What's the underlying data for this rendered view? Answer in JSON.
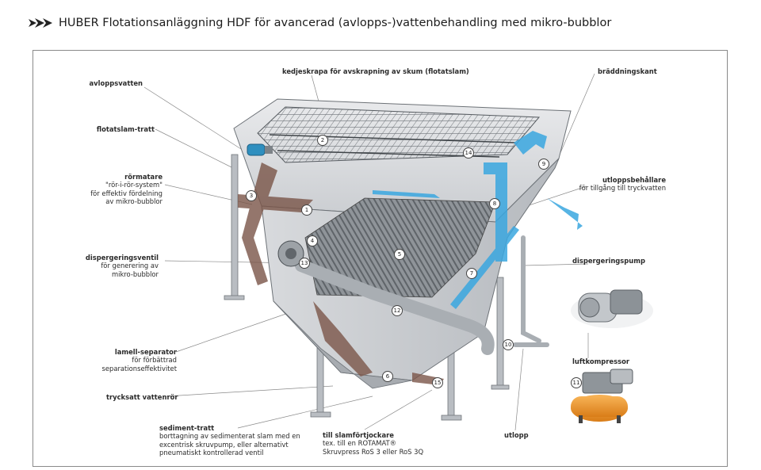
{
  "title": "HUBER Flotationsanläggning HDF för avancerad (avlopps-)vattenbehandling med mikro-bubblor",
  "icons": {
    "title": "double-chevron-icon"
  },
  "colors": {
    "water": "#3aa7e0",
    "sludge": "#7a5548",
    "steel": "#9aa0a6",
    "motor": "#2f8fbf",
    "compressor": "#f0982e"
  },
  "labels": {
    "avloppsvatten": "avloppsvatten",
    "kedjeskrapa": "kedjeskrapa för avskrapning av skum (flotatslam)",
    "braddningskant": "bräddningskant",
    "flotatslam_tratt": "flotatslam-tratt",
    "rormatare_title": "rörmatare",
    "rormatare_l1": "\"rör-i-rör-system\"",
    "rormatare_l2": "för effektiv fördelning",
    "rormatare_l3": "av mikro-bubblor",
    "utlopp_beh_title": "utloppsbehållare",
    "utlopp_beh_sub": "för tillgång till tryckvatten",
    "disp_ventil_title": "dispergeringsventil",
    "disp_ventil_l1": "för generering av",
    "disp_ventil_l2": "mikro-bubblor",
    "disp_pump": "dispergeringspump",
    "lamell_title": "lamell-separator",
    "lamell_l1": "för förbättrad",
    "lamell_l2": "separationseffektivitet",
    "luftkompressor": "luftkompressor",
    "trycksatt": "trycksatt vattenrör",
    "sediment_title": "sediment-tratt",
    "sediment_l1": "borttagning av sedimenterat slam med en",
    "sediment_l2": "excentrisk skruvpump, eller alternativt",
    "sediment_l3": "pneumatiskt kontrollerad ventil",
    "slam_title": "till slamförtjockare",
    "slam_l1": "tex. till en ROTAMAT®",
    "slam_l2": "Skruvpress RoS 3 eller RoS 3Q",
    "utlopp": "utlopp"
  },
  "numbers": [
    "1",
    "2",
    "3",
    "4",
    "5",
    "6",
    "7",
    "8",
    "9",
    "10",
    "11",
    "12",
    "13",
    "14",
    "15"
  ]
}
